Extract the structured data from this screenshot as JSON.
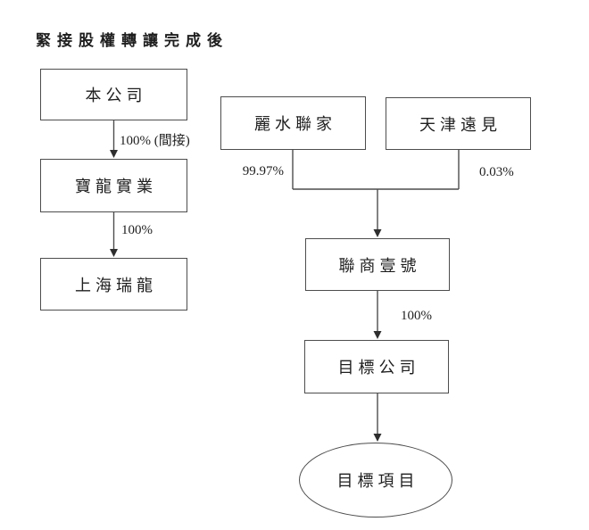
{
  "title": "緊接股權轉讓完成後",
  "nodes": {
    "company": "本公司",
    "baolong_industrial": "寶龍實業",
    "shanghai_ruilong": "上海瑞龍",
    "lishui_lianjia": "麗水聯家",
    "tianjin_yuanjian": "天津遠見",
    "lianshang_yihao": "聯商壹號",
    "target_company": "目標公司",
    "target_project": "目標項目"
  },
  "edge_labels": {
    "company_to_baolong": "100% (間接)",
    "baolong_to_shanghai": "100%",
    "lishui_to_lianshang": "99.97%",
    "tianjin_to_lianshang": "0.03%",
    "lianshang_to_target_company": "100%"
  },
  "colors": {
    "line": "#4d4d4d",
    "text": "#1f1f1f",
    "background": "#ffffff"
  }
}
